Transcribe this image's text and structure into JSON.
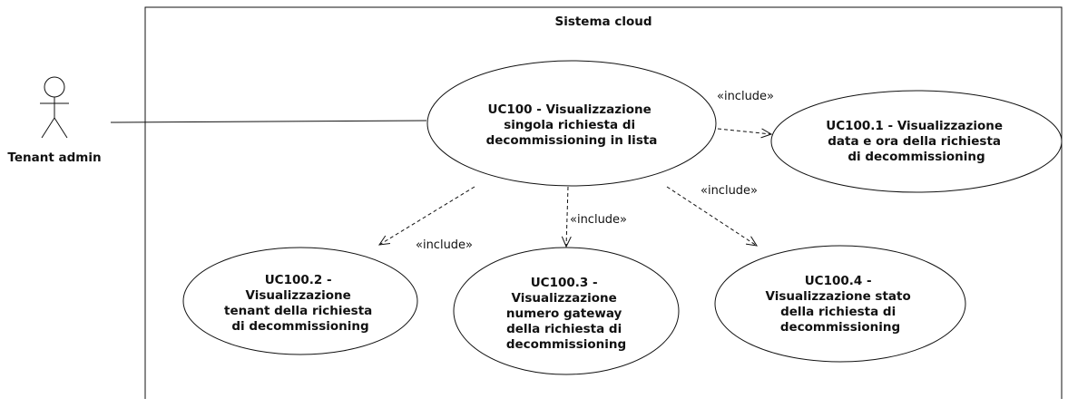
{
  "system": {
    "title": "Sistema cloud"
  },
  "actor": {
    "name": "Tenant admin"
  },
  "include_label": "«include»",
  "use_cases": [
    {
      "id": "uc100",
      "lines": [
        "UC100 - Visualizzazione",
        "singola richiesta di",
        "decommissioning in lista"
      ]
    },
    {
      "id": "uc1001",
      "lines": [
        "UC100.1 - Visualizzazione",
        "data e ora della richiesta",
        "di decommissioning"
      ]
    },
    {
      "id": "uc1002",
      "lines": [
        "UC100.2 -",
        "Visualizzazione",
        "tenant della richiesta",
        "di decommissioning"
      ]
    },
    {
      "id": "uc1003",
      "lines": [
        "UC100.3 -",
        "Visualizzazione",
        "numero gateway",
        "della richiesta di",
        "decommissioning"
      ]
    },
    {
      "id": "uc1004",
      "lines": [
        "UC100.4 -",
        "Visualizzazione stato",
        "della richiesta di",
        "decommissioning"
      ]
    }
  ],
  "colors": {
    "line": "#111111",
    "background": "#ffffff"
  }
}
